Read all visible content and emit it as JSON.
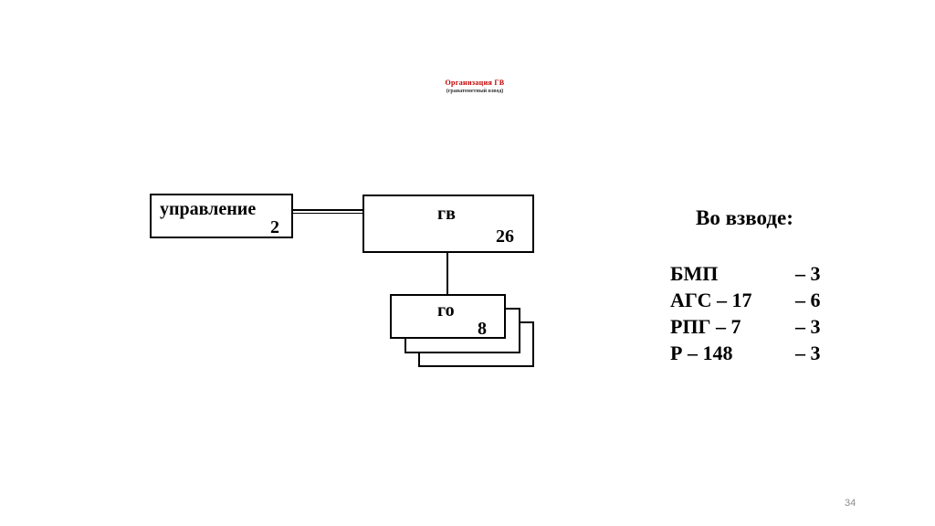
{
  "slide": {
    "title": "Организация  ГВ",
    "subtitle": "(гранатометный взвод)",
    "page_number": "34"
  },
  "org_chart": {
    "hq": {
      "name": "управление",
      "count": "2"
    },
    "platoon": {
      "name": "гв",
      "count": "26"
    },
    "squad": {
      "name": "го",
      "count": "8"
    }
  },
  "roster": {
    "heading": "Во взводе:",
    "items": [
      {
        "item": "БМП",
        "qty": "– 3"
      },
      {
        "item": "АГС – 17",
        "qty": "– 6"
      },
      {
        "item": "РПГ – 7",
        "qty": "– 3"
      },
      {
        "item": "Р – 148",
        "qty": "– 3"
      }
    ]
  }
}
